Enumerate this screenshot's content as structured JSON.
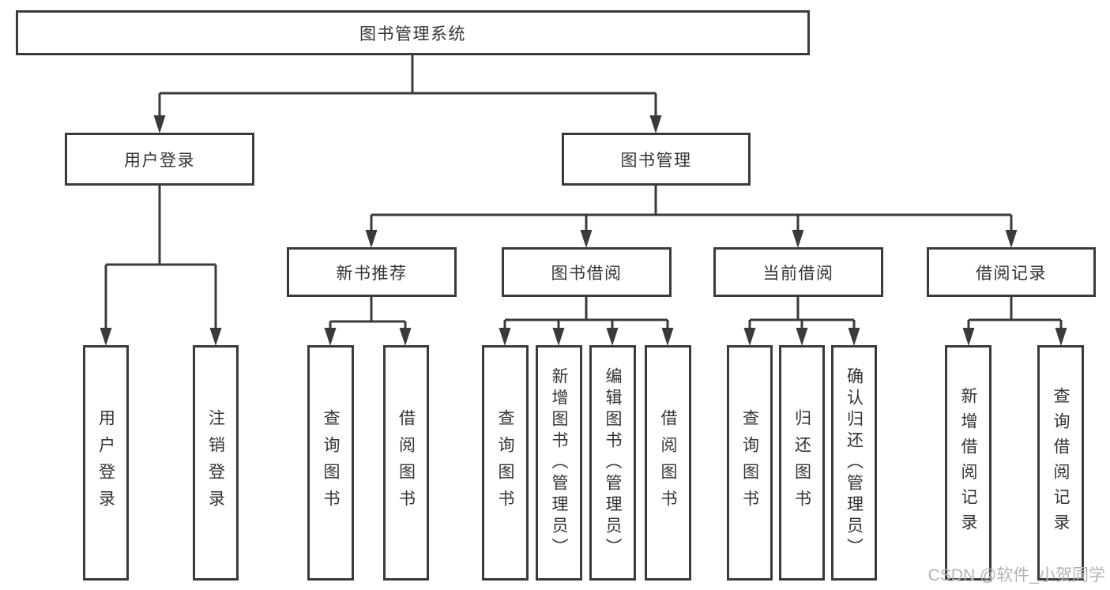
{
  "root": {
    "label": "图书管理系统"
  },
  "branches": {
    "user_login": {
      "label": "用户登录",
      "children": {
        "login": {
          "label": "用户登录"
        },
        "logout": {
          "label": "注销登录"
        }
      }
    },
    "book_mgmt": {
      "label": "图书管理",
      "children": {
        "new_books": {
          "label": "新书推荐",
          "children": {
            "query": {
              "label": "查询图书"
            },
            "borrow": {
              "label": "借阅图书"
            }
          }
        },
        "book_borrow": {
          "label": "图书借阅",
          "children": {
            "query": {
              "label": "查询图书"
            },
            "add": {
              "label": "新增图书（管理员）"
            },
            "edit": {
              "label": "编辑图书（管理员）"
            },
            "borrow": {
              "label": "借阅图书"
            }
          }
        },
        "current_borrow": {
          "label": "当前借阅",
          "children": {
            "query": {
              "label": "查询图书"
            },
            "return": {
              "label": "归还图书"
            },
            "confirm": {
              "label": "确认归还（管理员）"
            }
          }
        },
        "borrow_records": {
          "label": "借阅记录",
          "children": {
            "add_record": {
              "label": "新增借阅记录"
            },
            "query_record": {
              "label": "查询借阅记录"
            }
          }
        }
      }
    }
  },
  "watermark": {
    "text": "CSDN @软件_小贺同学"
  },
  "colors": {
    "line": "#3a3a3a",
    "text": "#333333",
    "wm": "#b3b3b3",
    "bg": "#ffffff"
  }
}
